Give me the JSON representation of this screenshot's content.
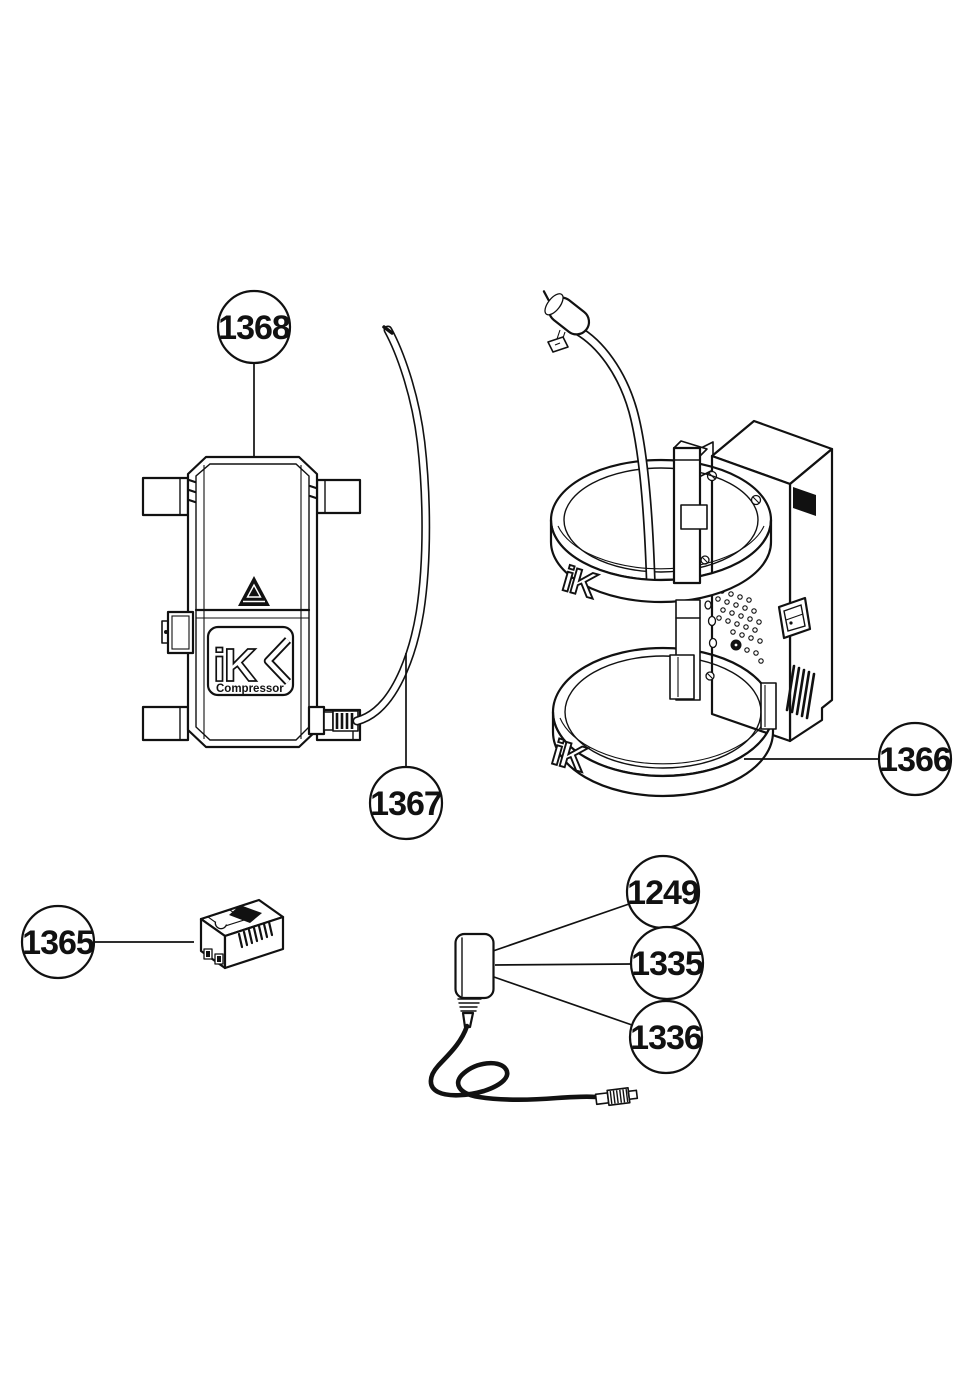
{
  "page": {
    "background_color": "#ffffff",
    "line_color": "#111111"
  },
  "diagram": {
    "callouts": [
      {
        "label": "1368",
        "target": "compressor"
      },
      {
        "label": "1367",
        "target": "hose"
      },
      {
        "label": "1366",
        "target": "tank-holder"
      },
      {
        "label": "1365",
        "target": "battery"
      },
      {
        "label": "1249",
        "target": "power-adapter"
      },
      {
        "label": "1335",
        "target": "power-adapter"
      },
      {
        "label": "1336",
        "target": "power-adapter"
      }
    ],
    "compressor": {
      "logo": "iK",
      "caption": "Compressor"
    },
    "tank_holder": {
      "upper_ring_logo": "iK",
      "lower_ring_logo": "iK"
    }
  }
}
